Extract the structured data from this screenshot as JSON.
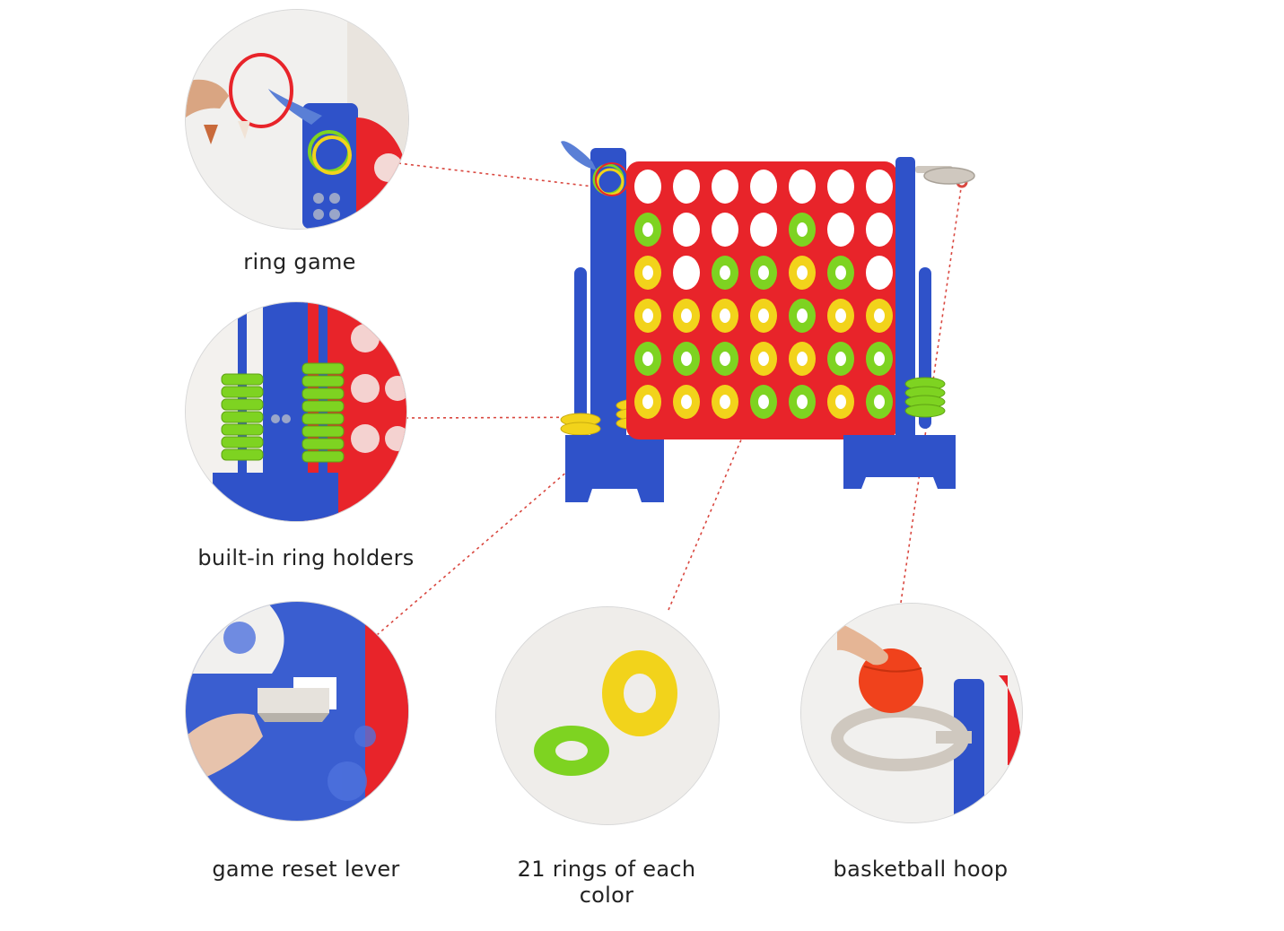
{
  "colors": {
    "board_red": "#e8242a",
    "frame_blue": "#2f52c9",
    "ring_green": "#7ed321",
    "ring_yellow": "#f2d31b",
    "leader_red": "#d9473f",
    "hoop_gray": "#cfc8bf",
    "ball_orange": "#f0421c"
  },
  "features": [
    {
      "id": "ring-game",
      "label": "ring game"
    },
    {
      "id": "ring-holders",
      "label": "built-in ring holders"
    },
    {
      "id": "reset-lever",
      "label": "game reset lever"
    },
    {
      "id": "rings",
      "label_line1": "21 rings of each",
      "label_line2": "color"
    },
    {
      "id": "basketball-hoop",
      "label": "basketball hoop"
    }
  ]
}
